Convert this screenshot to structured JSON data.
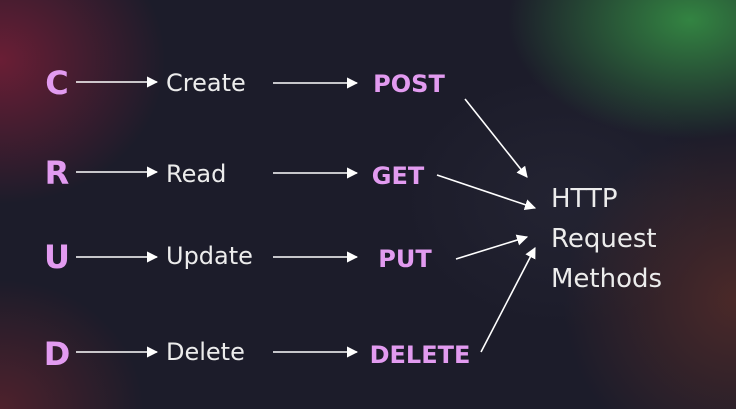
{
  "colors": {
    "accent": "#e29bf0",
    "text": "#ececec",
    "arrow": "#ffffff"
  },
  "rows": [
    {
      "letter": "C",
      "operation": "Create",
      "method": "POST"
    },
    {
      "letter": "R",
      "operation": "Read",
      "method": "GET"
    },
    {
      "letter": "U",
      "operation": "Update",
      "method": "PUT"
    },
    {
      "letter": "D",
      "operation": "Delete",
      "method": "DELETE"
    }
  ],
  "target": {
    "line1": "HTTP",
    "line2": "Request",
    "line3": "Methods"
  }
}
